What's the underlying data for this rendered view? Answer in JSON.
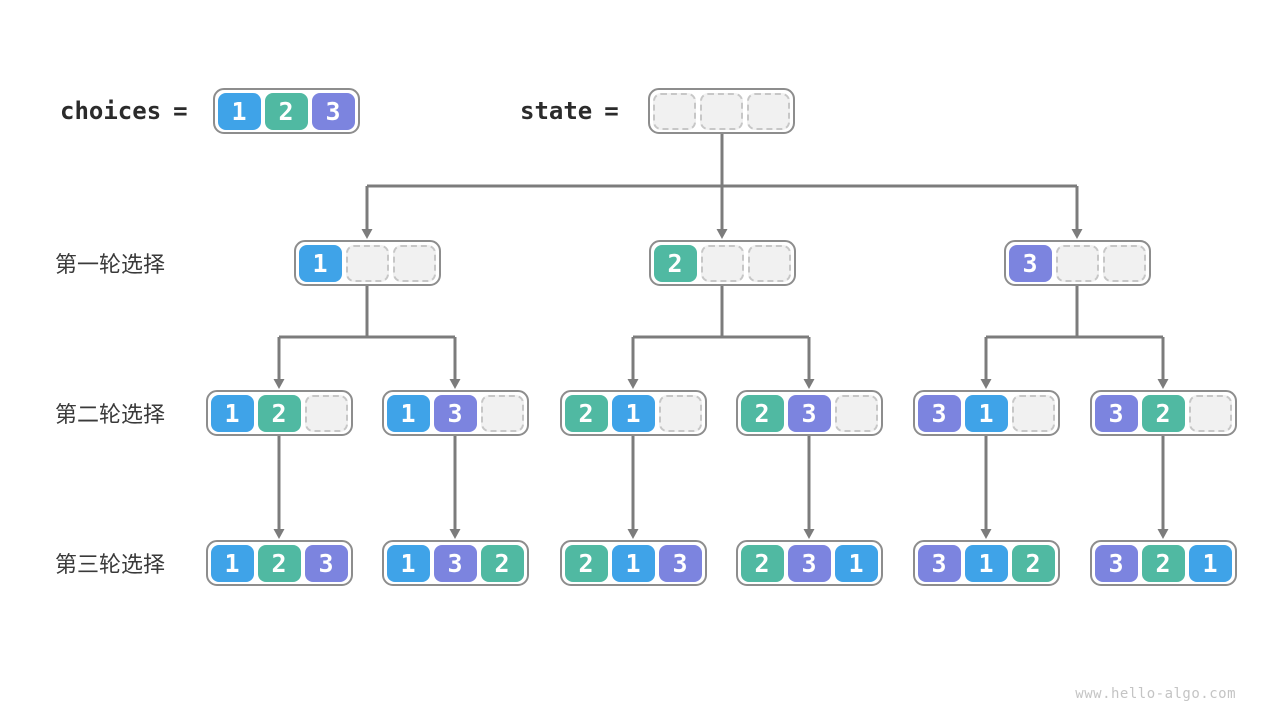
{
  "header": {
    "choices_label": "choices",
    "choices_equals": "=",
    "choices_cells": [
      1,
      2,
      3
    ],
    "state_label": "state",
    "state_equals": "=",
    "state_cells": [
      null,
      null,
      null
    ]
  },
  "row_labels": [
    "第一轮选择",
    "第二轮选择",
    "第三轮选择"
  ],
  "tree": {
    "round1": [
      [
        1,
        null,
        null
      ],
      [
        2,
        null,
        null
      ],
      [
        3,
        null,
        null
      ]
    ],
    "round2": [
      [
        1,
        2,
        null
      ],
      [
        1,
        3,
        null
      ],
      [
        2,
        1,
        null
      ],
      [
        2,
        3,
        null
      ],
      [
        3,
        1,
        null
      ],
      [
        3,
        2,
        null
      ]
    ],
    "round3": [
      [
        1,
        2,
        3
      ],
      [
        1,
        3,
        2
      ],
      [
        2,
        1,
        3
      ],
      [
        2,
        3,
        1
      ],
      [
        3,
        1,
        2
      ],
      [
        3,
        2,
        1
      ]
    ]
  },
  "palette": {
    "cell_colors": {
      "1": "#3fa3e8",
      "2": "#50b9a2",
      "3": "#7c84df"
    },
    "empty_fill": "#f1f1f1",
    "empty_border": "#c7c7c7",
    "node_border": "#8d8d8d",
    "arrow": "#7c7c7c",
    "header_text": "#2b2b2b",
    "row_label_text": "#3a3a3a",
    "watermark_color": "#c4c4c4"
  },
  "watermark": "www.hello-algo.com"
}
